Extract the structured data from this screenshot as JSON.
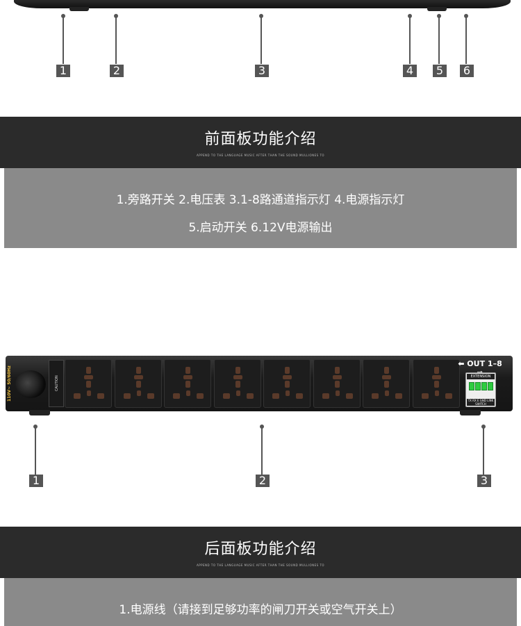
{
  "front_panel": {
    "callouts": [
      "1",
      "2",
      "3",
      "4",
      "5",
      "6"
    ],
    "title": "前面板功能介绍",
    "subtitle": "APPEND TO THE LANGUAGE MUSIC AFTER THAN THE SOUND MULLIONES TO",
    "desc_line_1": "1.旁路开关   2.电压表  3.1-8路通道指示灯  4.电源指示灯",
    "desc_line_2": "5.启动开关  6.12V电源输出"
  },
  "rear_panel": {
    "voltage_label": "110V~  50/60Hz",
    "caution_label": "CAUTION",
    "out_label": "⬅ OUT 1–8 ➡",
    "extension_label": "EXTENSION",
    "terminal_labels": "TX RX E GND LINK SWITCH",
    "callouts": [
      "1",
      "2",
      "3"
    ],
    "title": "后面板功能介绍",
    "subtitle": "APPEND TO THE LANGUAGE MUSIC AFTER THAN THE SOUND MULLIONES TO",
    "desc_line_1": "1.电源线（请接到足够功率的闸刀开关或空气开关上）"
  },
  "colors": {
    "band": "#2b2b2b",
    "desc_bg": "#8a8a8a",
    "callout_bg": "#555555",
    "terminal": "#2ecc40"
  }
}
